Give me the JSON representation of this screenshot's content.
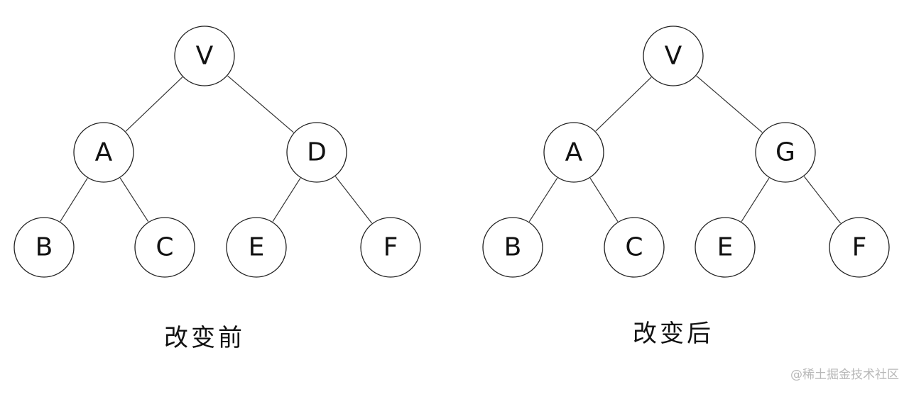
{
  "colors": {
    "stroke": "#222222",
    "text": "#111111",
    "watermark": "#b8b8b8"
  },
  "trees": [
    {
      "caption": "改变前",
      "nodes": [
        {
          "id": "v",
          "label": "V"
        },
        {
          "id": "a",
          "label": "A"
        },
        {
          "id": "d",
          "label": "D"
        },
        {
          "id": "b",
          "label": "B"
        },
        {
          "id": "c",
          "label": "C"
        },
        {
          "id": "e",
          "label": "E"
        },
        {
          "id": "f",
          "label": "F"
        }
      ],
      "edges": [
        [
          "v",
          "a"
        ],
        [
          "v",
          "d"
        ],
        [
          "a",
          "b"
        ],
        [
          "a",
          "c"
        ],
        [
          "d",
          "e"
        ],
        [
          "d",
          "f"
        ]
      ]
    },
    {
      "caption": "改变后",
      "nodes": [
        {
          "id": "v",
          "label": "V"
        },
        {
          "id": "a",
          "label": "A"
        },
        {
          "id": "g",
          "label": "G"
        },
        {
          "id": "b",
          "label": "B"
        },
        {
          "id": "c",
          "label": "C"
        },
        {
          "id": "e",
          "label": "E"
        },
        {
          "id": "f",
          "label": "F"
        }
      ],
      "edges": [
        [
          "v",
          "a"
        ],
        [
          "v",
          "g"
        ],
        [
          "a",
          "b"
        ],
        [
          "a",
          "c"
        ],
        [
          "g",
          "e"
        ],
        [
          "g",
          "f"
        ]
      ]
    }
  ],
  "watermark": "@稀土掘金技术社区"
}
